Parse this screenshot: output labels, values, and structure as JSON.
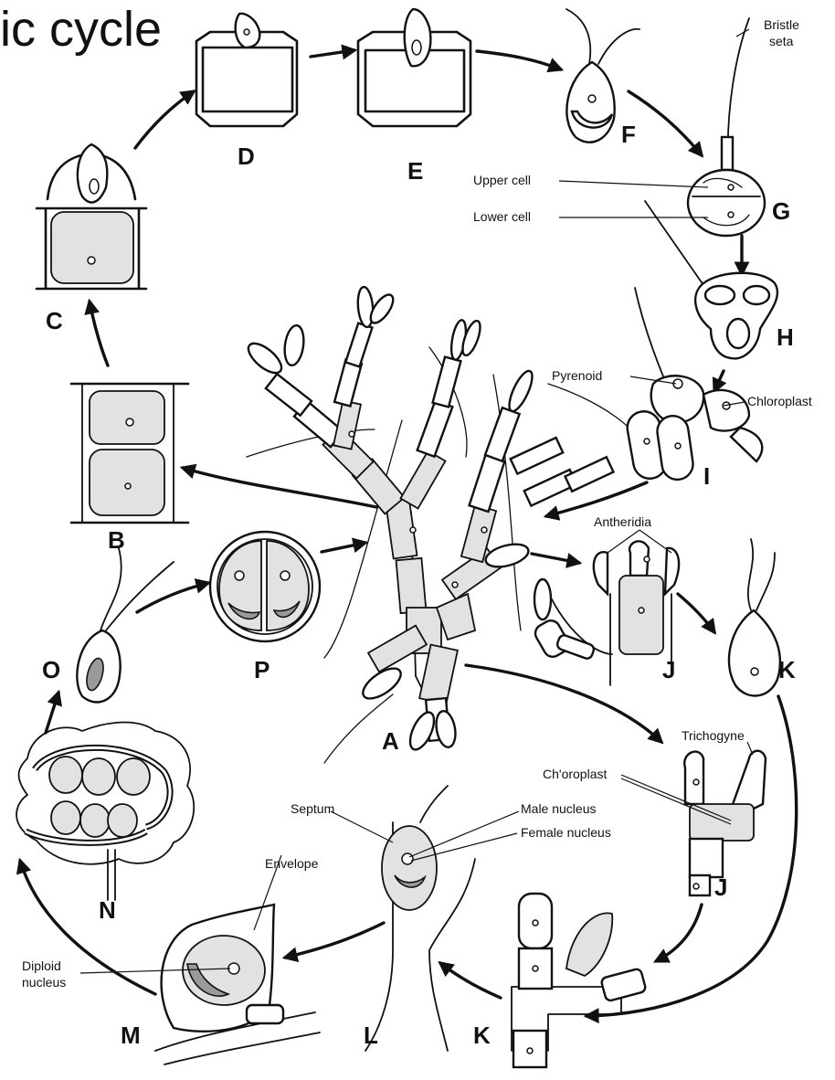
{
  "title": "ic cycle",
  "stages": {
    "A": "A",
    "B": "B",
    "C": "C",
    "D": "D",
    "E": "E",
    "F": "F",
    "G": "G",
    "H": "H",
    "I": "I",
    "J1": "J",
    "K1": "K",
    "J2": "J",
    "K2": "K",
    "L": "L",
    "M": "M",
    "N": "N",
    "O": "O",
    "P": "P"
  },
  "annotations": {
    "bristle": "Bristle",
    "seta": "seta",
    "upper_cell": "Upper cell",
    "lower_cell": "Lower cell",
    "pyrenoid": "Pyrenoid",
    "chloroplast_i": "Chloroplast",
    "antheridia": "Antheridia",
    "trichogyne": "Trichogyne",
    "chloroplast_j": "Ch'oroplast",
    "male_nucleus": "Male nucleus",
    "female_nucleus": "Female nucleus",
    "septum": "Septum",
    "envelope": "Envelope",
    "diploid": "Diploid",
    "nucleus": "nucleus"
  }
}
